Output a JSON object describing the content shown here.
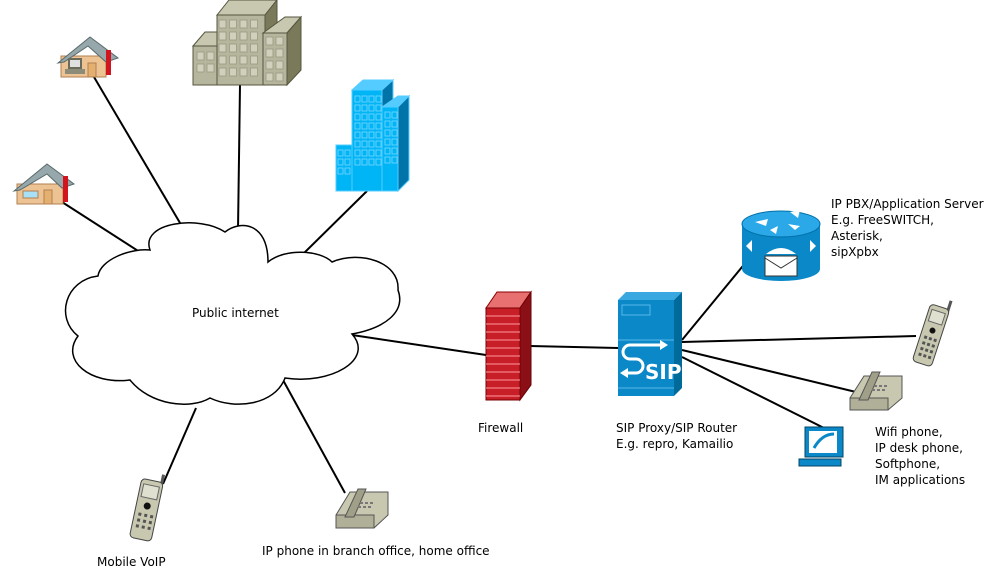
{
  "labels": {
    "cloud": "Public internet",
    "firewall": "Firewall",
    "sip_proxy": [
      "SIP Proxy/SIP Router",
      "E.g. repro, Kamailio"
    ],
    "pbx": [
      "IP PBX/Application Server",
      "E.g. FreeSWITCH,",
      "Asterisk,",
      "sipXpbx"
    ],
    "endpoints": [
      "Wifi phone,",
      "IP desk phone,",
      "Softphone,",
      "IM applications"
    ],
    "mobile": "Mobile VoIP",
    "branch_phone": "IP phone in branch office, home office",
    "sip_logo": "SIP"
  },
  "colors": {
    "house_wall": "#edc393",
    "house_roof": "#96a8ab",
    "chimney": "#d2141e",
    "gray_building": "#b6b59d",
    "blue_building": "#00b5f5",
    "firewall": "#c81e28",
    "sip_box": "#0a88c8",
    "pbx": "#0a88c8",
    "phone": "#c8c8b0"
  },
  "icons": [
    "house-with-computer-icon",
    "house-icon",
    "office-building-icon",
    "blue-office-building-icon",
    "cloud-icon",
    "firewall-icon",
    "sip-server-icon",
    "pbx-router-icon",
    "wifi-phone-icon",
    "desk-phone-icon",
    "softphone-computer-icon",
    "mobile-phone-icon",
    "branch-desk-phone-icon"
  ]
}
